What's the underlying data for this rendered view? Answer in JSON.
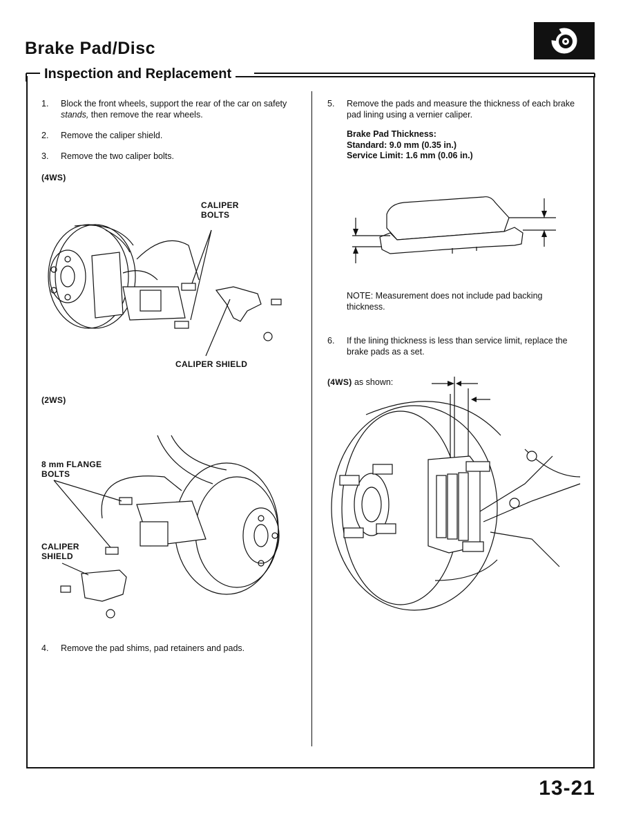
{
  "header": {
    "title": "Brake Pad/Disc",
    "section": "Inspection and Replacement",
    "logo_icon": "brake-disc-icon"
  },
  "left_column": {
    "steps": [
      {
        "num": "1.",
        "text_before": "Block the front wheels, support the rear of the car on safety ",
        "text_italic": "stands,",
        "text_after": " then remove the rear wheels."
      },
      {
        "num": "2.",
        "text": "Remove the caliper shield."
      },
      {
        "num": "3.",
        "text": "Remove the two caliper bolts."
      }
    ],
    "fig_4ws": {
      "variant": "(4WS)",
      "callout_bolts": "CALIPER BOLTS",
      "callout_shield": "CALIPER SHIELD"
    },
    "fig_2ws": {
      "variant": "(2WS)",
      "callout_bolts": "8 mm FLANGE BOLTS",
      "callout_shield": "CALIPER SHIELD"
    },
    "step4": {
      "num": "4.",
      "text": "Remove the pad shims, pad retainers and pads."
    }
  },
  "right_column": {
    "step5": {
      "num": "5.",
      "text": "Remove the pads and measure the thickness of each brake pad lining using a vernier caliper."
    },
    "spec": {
      "heading": "Brake Pad Thickness:",
      "standard": "Standard: 9.0 mm (0.35 in.)",
      "service_limit": "Service Limit: 1.6 mm (0.06 in.)"
    },
    "note": "NOTE: Measurement does not include pad backing thickness.",
    "step6": {
      "num": "6.",
      "text": "If the lining thickness is less than service limit, replace the brake pads as a set."
    },
    "fig_shown": {
      "variant": "(4WS)",
      "suffix": "as shown:"
    }
  },
  "footer": {
    "page_number": "13-21"
  }
}
